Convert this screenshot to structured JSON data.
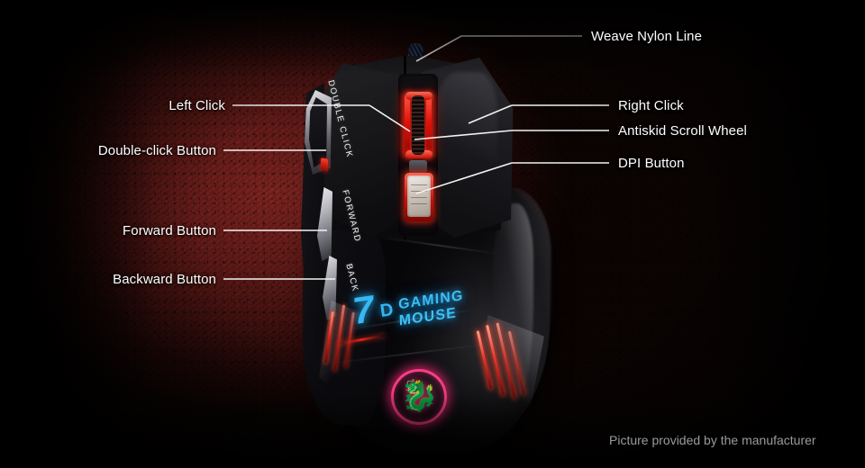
{
  "image": {
    "subject": "7D Gaming Mouse",
    "credit": "Picture provided by the manufacturer"
  },
  "product": {
    "brand_number": "7",
    "brand_d": "D",
    "brand_text": "GAMING MOUSE",
    "logo": "dragon-emblem",
    "colors": {
      "led_wheel": "#e01208",
      "led_vent": "#e8342a",
      "brand_blue": "#36b8f2",
      "logo_pink": "#ff3d86",
      "background_leather": "#5e1a17"
    },
    "silkscreen": [
      {
        "id": "double-click",
        "text": "DOUBLE CLICK"
      },
      {
        "id": "forward",
        "text": "FORWARD"
      },
      {
        "id": "back",
        "text": "BACK"
      }
    ]
  },
  "annotations": {
    "left": [
      {
        "id": "left-click",
        "label": "Left Click"
      },
      {
        "id": "double-click",
        "label": "Double-click Button"
      },
      {
        "id": "forward",
        "label": "Forward Button"
      },
      {
        "id": "backward",
        "label": "Backward Button"
      }
    ],
    "right": [
      {
        "id": "weave-nylon-line",
        "label": "Weave Nylon Line"
      },
      {
        "id": "right-click",
        "label": "Right Click"
      },
      {
        "id": "scroll-wheel",
        "label": "Antiskid Scroll Wheel"
      },
      {
        "id": "dpi-button",
        "label": "DPI Button"
      }
    ]
  }
}
